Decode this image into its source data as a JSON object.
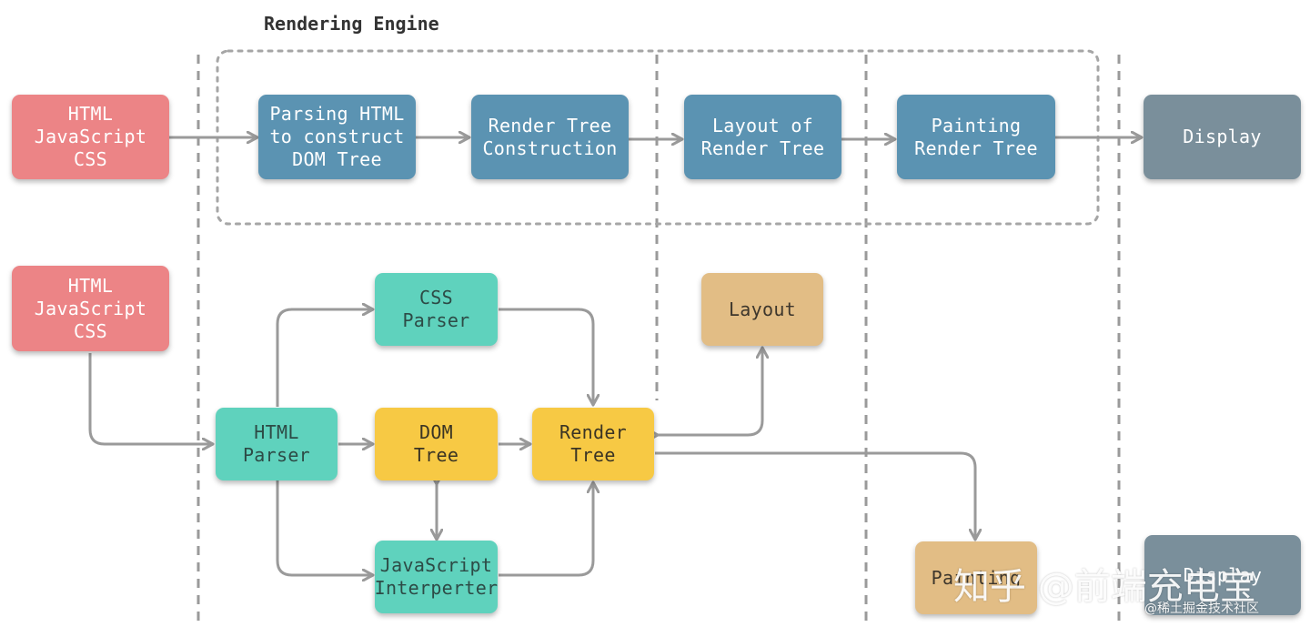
{
  "title": "Rendering Engine",
  "colors": {
    "source_red": "#ec8486",
    "engine_blue": "#5b93b2",
    "display_slate": "#7a8f9b",
    "parser_teal": "#5fd2bd",
    "tree_yellow": "#f7c944",
    "stage_tan": "#e2bd85",
    "connector_gray": "#9a9a9a"
  },
  "top_flow": {
    "source": "HTML\nJavaScript\nCSS",
    "parsing": "Parsing HTML\nto construct\nDOM Tree",
    "render_tree_construction": "Render Tree\nConstruction",
    "layout_of_render_tree": "Layout of\nRender Tree",
    "painting_render_tree": "Painting\nRender Tree",
    "display": "Display"
  },
  "bottom_flow": {
    "source": "HTML\nJavaScript\nCSS",
    "html_parser": "HTML\nParser",
    "css_parser": "CSS\nParser",
    "dom_tree": "DOM\nTree",
    "javascript_interpreter": "JavaScript\nInterperter",
    "render_tree": "Render\nTree",
    "layout": "Layout",
    "painting": "Painting",
    "display": "Display"
  },
  "watermark": {
    "main": "知乎 @前端充电宝",
    "sub": "@稀土掘金技术社区"
  }
}
